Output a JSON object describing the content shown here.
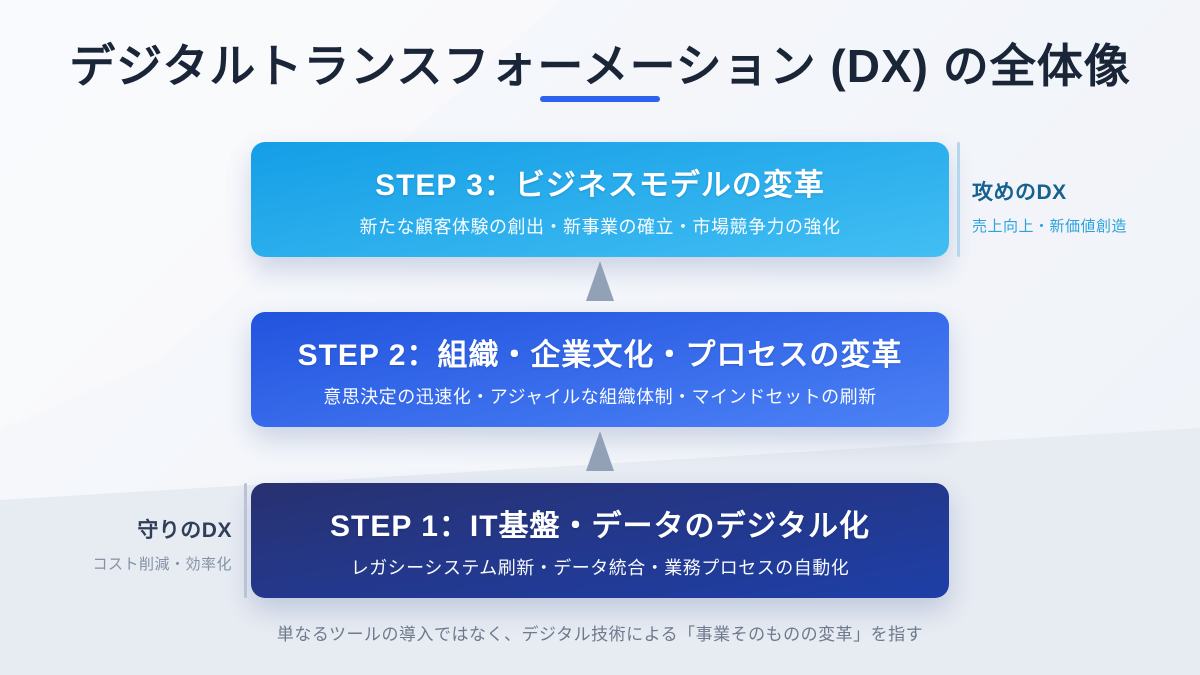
{
  "title": {
    "text": "デジタルトランスフォーメーション (DX) の全体像",
    "underline_color": "#2b63ee"
  },
  "steps": [
    {
      "heading": "STEP 3：ビジネスモデルの変革",
      "subtitle": "新たな顧客体験の創出・新事業の確立・市場競争力の強化",
      "gradient_top": "#149ee6",
      "gradient_bottom": "#42bef3"
    },
    {
      "heading": "STEP 2：組織・企業文化・プロセスの変革",
      "subtitle": "意思決定の迅速化・アジャイルな組織体制・マインドセットの刷新",
      "gradient_top": "#2153de",
      "gradient_bottom": "#4c82f6"
    },
    {
      "heading": "STEP 1：IT基盤・データのデジタル化",
      "subtitle": "レガシーシステム刷新・データ統合・業務プロセスの自動化",
      "gradient_top": "#283170",
      "gradient_bottom": "#1e3fa8"
    }
  ],
  "annotations": {
    "offense": {
      "label": "攻めのDX",
      "desc": "売上向上・新価値創造",
      "label_color": "#17618f",
      "desc_color": "#2da2db",
      "line_color": "#b5d7ee"
    },
    "defense": {
      "label": "守りのDX",
      "desc": "コスト削減・効率化",
      "label_color": "#303e59",
      "desc_color": "#8591a5",
      "line_color": "#bac3d4"
    }
  },
  "arrow": {
    "direction": "up",
    "color": "#93a1b7"
  },
  "caption": "単なるツールの導入ではなく、デジタル技術による「事業そのものの変革」を指す"
}
